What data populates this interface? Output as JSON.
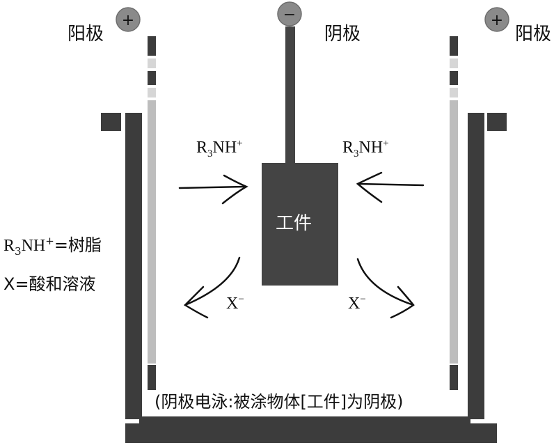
{
  "labels": {
    "anode_left": "阳极",
    "cathode": "阴极",
    "anode_right": "阳极",
    "anode_sign": "+",
    "cathode_sign": "−",
    "workpiece": "工件",
    "ion_base": "R",
    "ion_sub": "3",
    "ion_mid": "NH",
    "ion_sup": "+",
    "anion_base": "X",
    "anion_sup": "−",
    "legend_resin_suffix": "=树脂",
    "legend_acid": "X=酸和溶液",
    "caption": "(阴极电泳:被涂物体[工件]为阴极)"
  },
  "colors": {
    "tank": "#3c3c3c",
    "terminal": "#8a8a8a",
    "anode_plate": "#bdbdbd",
    "workpiece": "#444444",
    "arrow": "#111111"
  }
}
